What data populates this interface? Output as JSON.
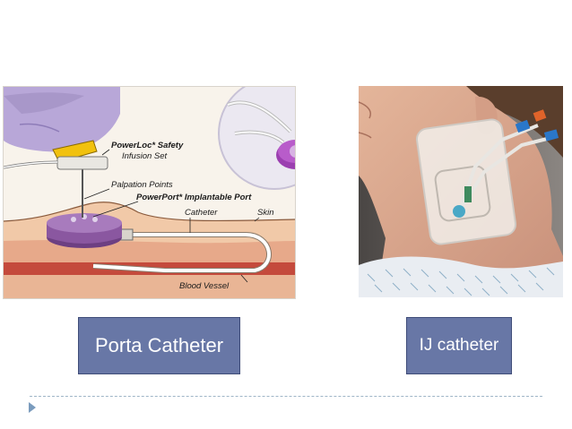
{
  "left_figure": {
    "labels": {
      "powerloc_line1": "PowerLoc* Safety",
      "powerloc_line2": "Infusion Set",
      "palpation_points": "Palpation Points",
      "powerport": "PowerPort* Implantable Port",
      "catheter": "Catheter",
      "skin": "Skin",
      "blood_vessel": "Blood Vessel"
    }
  },
  "captions": {
    "left": "Porta Catheter",
    "right": "IJ catheter"
  },
  "colors": {
    "caption_bg": "#6877a6",
    "port_purple": "#8a57a0",
    "divider": "#9fb5c7"
  }
}
